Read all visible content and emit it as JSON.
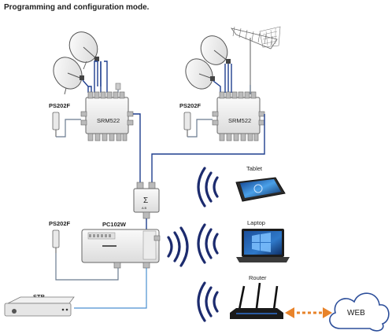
{
  "heading": "Programming and configuration mode.",
  "left_unit": {
    "name": "SRM522",
    "psu": "PS202F"
  },
  "right_unit": {
    "name": "SRM522",
    "psu": "PS202F"
  },
  "combiner_symbol": "Σ",
  "combiner_sub": "A B",
  "pc_unit": {
    "name": "PC102W",
    "psu": "PS202F"
  },
  "stb": {
    "label": "STB"
  },
  "devices": {
    "tablet": "Tablet",
    "laptop": "Laptop",
    "router": "Router",
    "cloud": "WEB"
  },
  "colors": {
    "cable": "#1f3f8f",
    "arrow": "#e8832a",
    "wifi": "#1c2b6e"
  }
}
